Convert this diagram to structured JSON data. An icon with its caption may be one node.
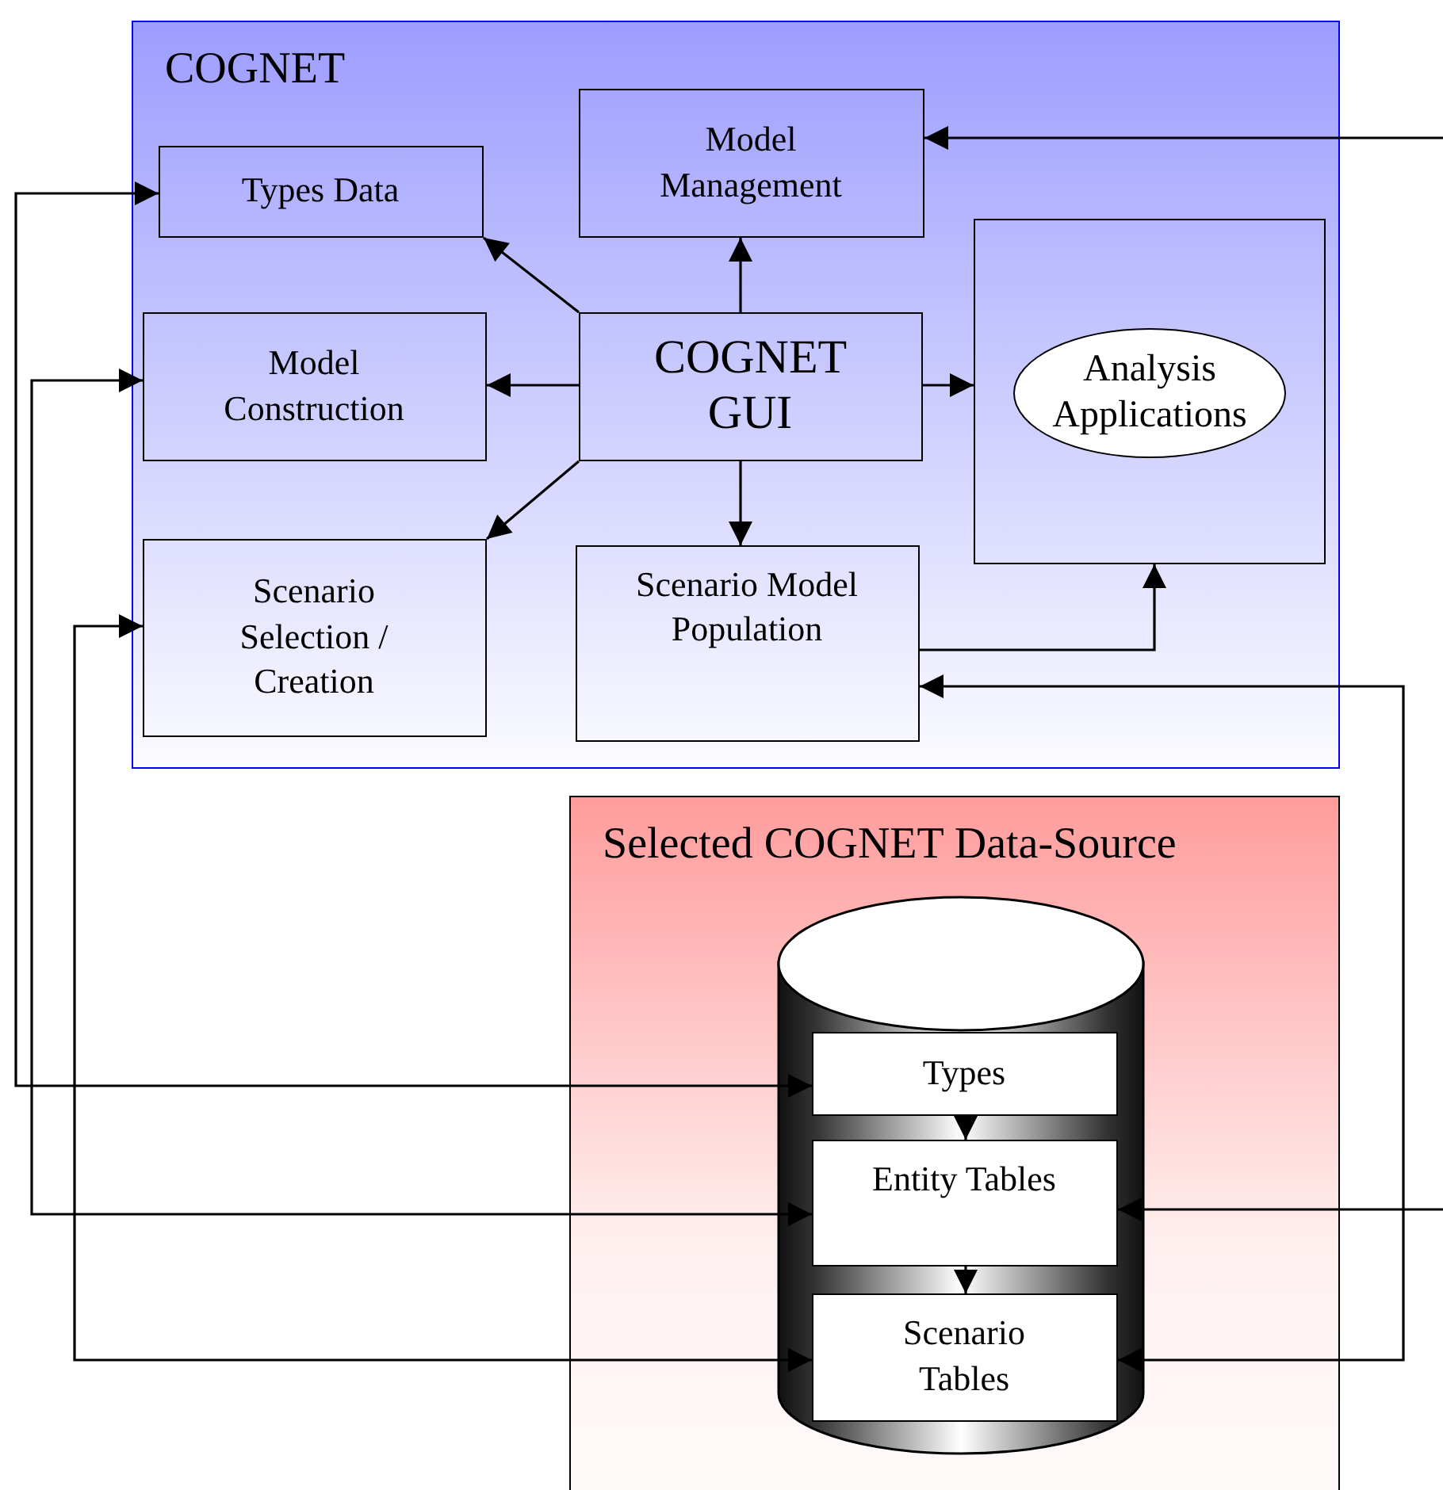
{
  "diagram": {
    "nodes": [
      {
        "text": [
          "COGNET"
        ]
      },
      {
        "text": [
          "Types Data"
        ],
        "in": 0
      },
      {
        "text": [
          "Model Management"
        ],
        "in": 0
      },
      {
        "text": [
          "Model Construction"
        ],
        "in": 0
      },
      {
        "text": [
          "COGNET GUI"
        ],
        "in": 0
      },
      {
        "text": [],
        "shape": "box",
        "in": 0
      },
      {
        "text": [
          "Analysis Applications"
        ],
        "in": 5
      },
      {
        "text": [
          "Scenario Selection / Creation"
        ],
        "in": 0
      },
      {
        "text": [
          "Scenario Model Population"
        ],
        "in": 0
      },
      {
        "text": [
          "Selected COGNET Data-Source"
        ]
      },
      {
        "text": [],
        "shape": "cylinder",
        "in": 9
      },
      {
        "text": [
          "Types"
        ],
        "in": 10
      },
      {
        "text": [
          "Entity Tables"
        ],
        "in": 10
      },
      {
        "text": [
          "Scenario Tables"
        ],
        "in": 10
      }
    ],
    "edges": [
      {
        "from": 4,
        "to": 1,
        "arrow": "to"
      },
      {
        "from": 4,
        "to": 2,
        "arrow": "to"
      },
      {
        "from": 4,
        "to": 3,
        "arrow": "to"
      },
      {
        "from": 4,
        "to": 5,
        "arrow": "to"
      },
      {
        "from": 4,
        "to": 7,
        "arrow": "to"
      },
      {
        "from": 4,
        "to": 8,
        "arrow": "to"
      },
      {
        "from": 8,
        "to": 5,
        "arrow": "to"
      },
      {
        "from": null,
        "to": 2,
        "arrow": "to"
      },
      {
        "from": 11,
        "to": 1,
        "arrow": "both"
      },
      {
        "from": 12,
        "to": 3,
        "arrow": "both"
      },
      {
        "from": 13,
        "to": 7,
        "arrow": "both"
      },
      {
        "from": 11,
        "to": 12,
        "arrow": "to"
      },
      {
        "from": 12,
        "to": 13,
        "arrow": "to"
      },
      {
        "from": null,
        "to": 12,
        "arrow": "to"
      },
      {
        "from": 13,
        "to": 8,
        "arrow": "both"
      }
    ]
  }
}
